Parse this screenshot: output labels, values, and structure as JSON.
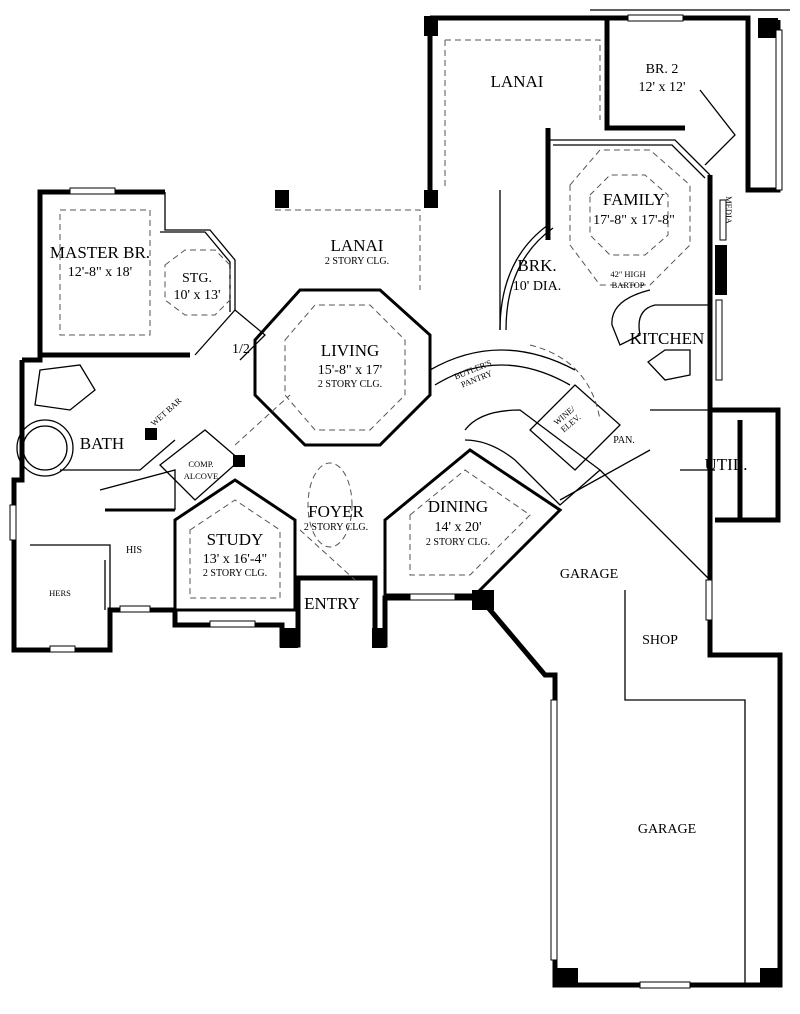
{
  "rooms": {
    "lanai_top": {
      "name": "LANAI"
    },
    "br2": {
      "name": "BR. 2",
      "size": "12' x 12'"
    },
    "family": {
      "name": "FAMILY",
      "size": "17'-8\" x 17'-8\""
    },
    "media": {
      "name": "MEDIA"
    },
    "master": {
      "name": "MASTER BR.",
      "size": "12'-8\" x 18'"
    },
    "stg": {
      "name": "STG.",
      "size": "10' x 13'"
    },
    "lanai_mid": {
      "name": "LANAI",
      "note": "2 STORY CLG."
    },
    "brk": {
      "name": "BRK.",
      "size": "10' DIA."
    },
    "bartop": {
      "line1": "42\" HIGH",
      "line2": "BARTOP"
    },
    "kitchen": {
      "name": "KITCHEN"
    },
    "half_bath": {
      "name": "1/2"
    },
    "living": {
      "name": "LIVING",
      "size": "15'-8\" x 17'",
      "note": "2 STORY CLG."
    },
    "butlers": {
      "line1": "BUTLER'S",
      "line2": "PANTRY"
    },
    "wine": {
      "line1": "WINE/",
      "line2": "ELEV."
    },
    "wetbar": {
      "name": "WET BAR"
    },
    "bath": {
      "name": "BATH"
    },
    "pan": {
      "name": "PAN."
    },
    "util": {
      "name": "UTIL."
    },
    "comp": {
      "line1": "COMP.",
      "line2": "ALCOVE"
    },
    "foyer": {
      "name": "FOYER",
      "note": "2 STORY CLG."
    },
    "dining": {
      "name": "DINING",
      "size": "14' x 20'",
      "note": "2 STORY CLG."
    },
    "study": {
      "name": "STUDY",
      "size": "13' x 16'-4\"",
      "note": "2 STORY CLG."
    },
    "his": {
      "name": "HIS"
    },
    "hers": {
      "name": "HERS"
    },
    "garage_upper": {
      "name": "GARAGE"
    },
    "entry": {
      "name": "ENTRY"
    },
    "shop": {
      "name": "SHOP"
    },
    "garage_lower": {
      "name": "GARAGE"
    }
  }
}
